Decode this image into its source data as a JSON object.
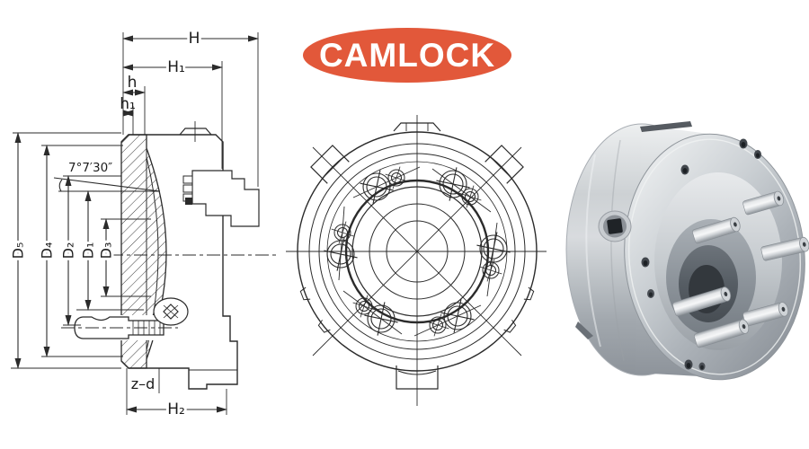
{
  "logo": {
    "text": "CAMLOCK",
    "background_color": "#e2583a",
    "text_color": "#ffffff"
  },
  "drawing": {
    "line_color": "#2b2b2b",
    "background_color": "#ffffff"
  },
  "cross_section": {
    "dimensions": {
      "H": "H",
      "H1": "H₁",
      "h": "h",
      "h1": "h₁",
      "D5": "D₅",
      "D4": "D₄",
      "D2": "D₂",
      "D1": "D₁",
      "D3": "D₃",
      "angle": "7°7′30″",
      "z_d": "z–d",
      "H2": "H₂"
    }
  }
}
